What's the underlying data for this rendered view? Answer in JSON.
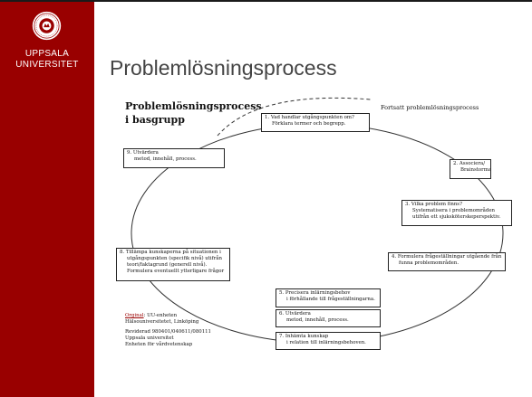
{
  "sidebar": {
    "university_line1": "UPPSALA",
    "university_line2": "UNIVERSITET",
    "bg_color": "#990000"
  },
  "slide": {
    "title": "Problemlösningsprocess"
  },
  "diagram": {
    "title_line1": "Problemlösningsprocess",
    "title_line2": "i basgrupp",
    "continued_label": "Fortsatt problemlösningsprocess",
    "steps": [
      {
        "line1": "1.  Vad handlar utgångspunkten om?",
        "line2": "Förklara termer och begrepp."
      },
      {
        "line1": "2.  Associera/",
        "line2": "Brainstorma."
      },
      {
        "line1": "3.  Vilka problem finns?",
        "line2": "Systematisera i problemområden",
        "line3": "utifrån ett sjuksköterskeperspektiv."
      },
      {
        "line1": "4.  Formulera frågeställningar utgående från",
        "line2": "funna problemområden."
      },
      {
        "line1": "5.  Precisera inlärningsbehov",
        "line2": "i förhållande till frågeställningarna."
      },
      {
        "line1": "6.  Utvärdera",
        "line2": "metod, innehåll, process."
      },
      {
        "line1": "7.  Inhämta kunskap",
        "line2": "i relation till inlärningsbehoven."
      },
      {
        "line1": "8.  Tillämpa kunskaperna på situationen i",
        "line2": "utgångspunkten (specifik nivå) utifrån",
        "line3": "teori/faktagrund (generell nivå).",
        "line4": "Formulera eventuellt ytterligare frågor"
      },
      {
        "line1": "9.  Utvärdera",
        "line2": "metod, innehåll, process."
      }
    ],
    "footnote": {
      "original_label": "Orginal",
      "original_rest": ": UU-enheten",
      "line2": "Hälsouniversitetet, Linköping",
      "line3": "Reviderad 980401/040611/080111",
      "line4": "Uppsala universitet",
      "line5": "Enheten för vårdvetenskap"
    }
  }
}
